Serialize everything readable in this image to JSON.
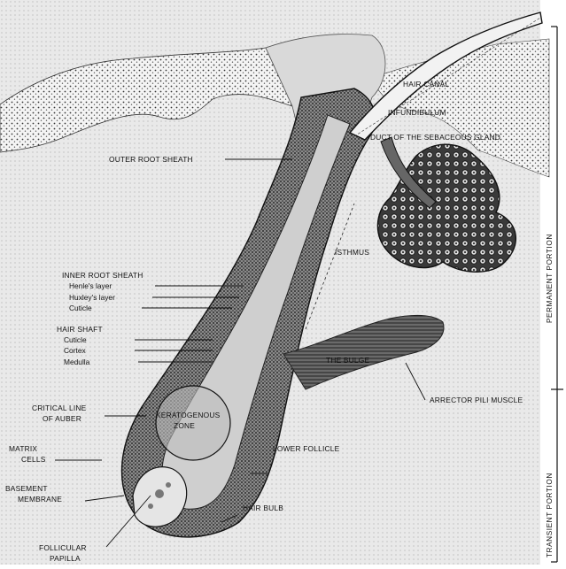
{
  "diagram": {
    "labels": {
      "hair_canal": "HAIR CANAL",
      "infundibulum": "INFUNDIBULUM",
      "sebaceous_gland_duct": "DUCT OF THE SEBACEOUS GLAND",
      "outer_root_sheath": "OUTER ROOT SHEATH",
      "isthmus": "ISTHMUS",
      "inner_root_sheath": "INNER ROOT SHEATH",
      "henles_layer": "Henle's layer",
      "huxleys_layer": "Huxley's layer",
      "irs_cuticle": "Cuticle",
      "hair_shaft": "HAIR SHAFT",
      "hs_cuticle": "Cuticle",
      "cortex": "Cortex",
      "medulla": "Medulla",
      "the_bulge": "THE BULGE",
      "arrector_pili_muscle": "ARRECTOR PILI MUSCLE",
      "critical_line_1": "CRITICAL LINE",
      "critical_line_2": "OF AUBER",
      "keratogenous_1": "KERATOGENOUS",
      "keratogenous_2": "ZONE",
      "lower_follicle": "LOWER FOLLICLE",
      "matrix_1": "MATRIX",
      "matrix_2": "CELLS",
      "basement_1": "BASEMENT",
      "basement_2": "MEMBRANE",
      "hair_bulb": "HAIR BULB",
      "papilla_1": "FOLLICULAR",
      "papilla_2": "PAPILLA",
      "permanent_portion": "PERMANENT PORTION",
      "transient_portion": "TRANSIENT PORTION"
    }
  }
}
